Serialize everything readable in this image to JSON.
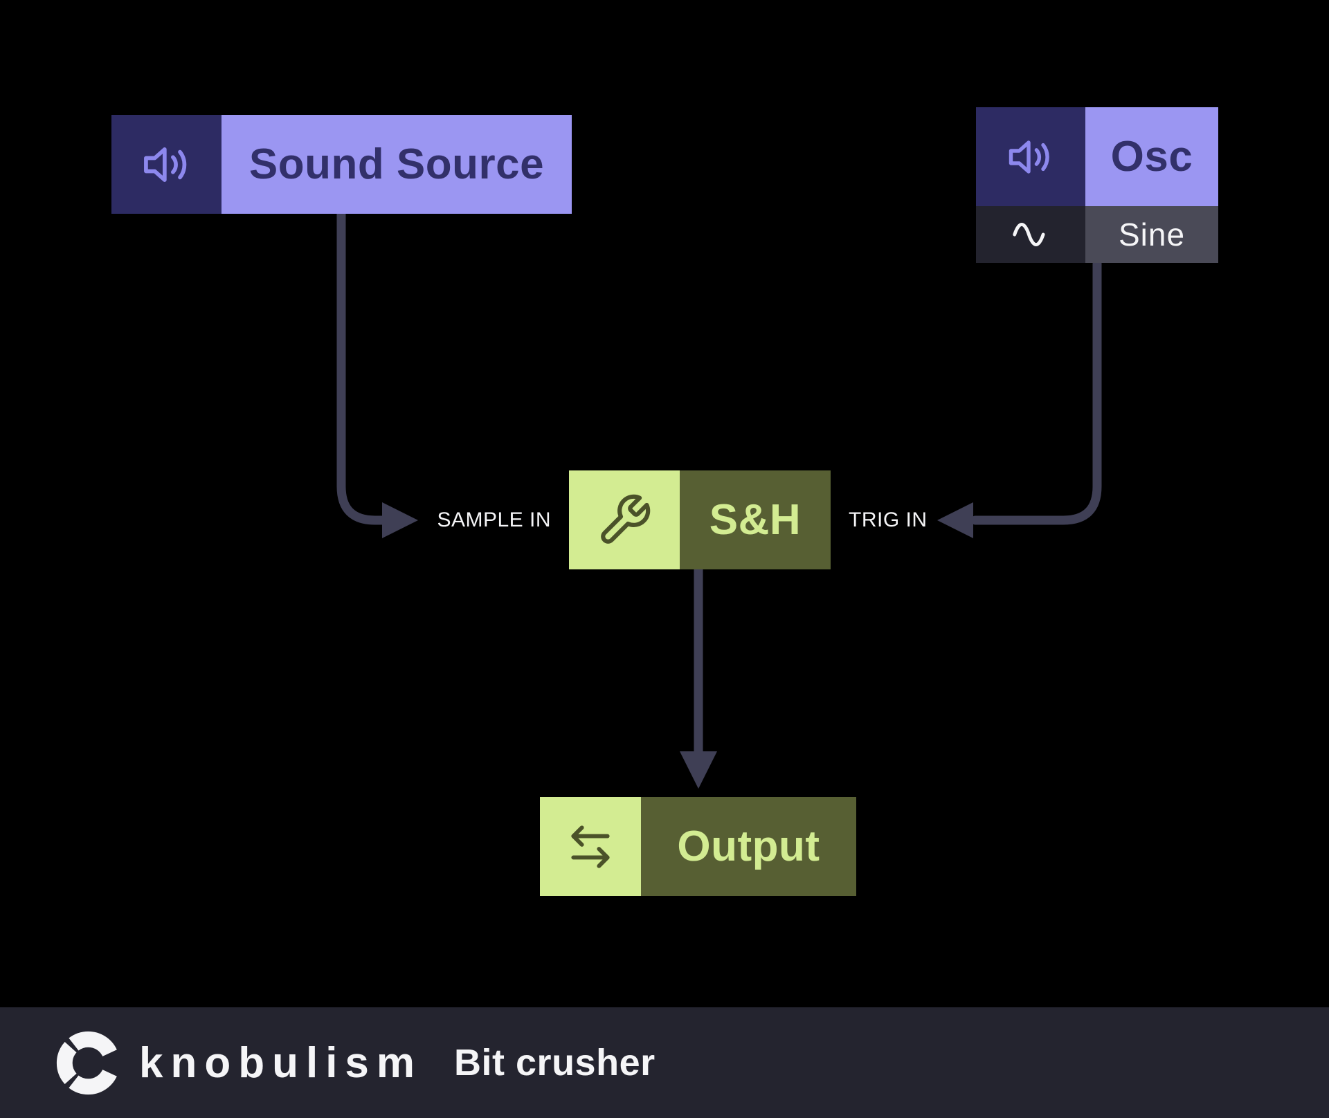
{
  "diagram": {
    "nodes": {
      "sound_source": {
        "label": "Sound Source",
        "icon": "speaker-icon"
      },
      "osc": {
        "label": "Osc",
        "icon": "speaker-icon",
        "waveform": {
          "label": "Sine",
          "icon": "sine-wave-icon"
        }
      },
      "sample_hold": {
        "label": "S&H",
        "icon": "wrench-icon",
        "inputs": {
          "sample": "SAMPLE IN",
          "trig": "TRIG IN"
        }
      },
      "output": {
        "label": "Output",
        "icon": "transfer-arrows-icon"
      }
    },
    "edges": [
      {
        "from": "sound_source",
        "to": "sample_hold",
        "to_port": "SAMPLE IN"
      },
      {
        "from": "osc",
        "to": "sample_hold",
        "to_port": "TRIG IN"
      },
      {
        "from": "sample_hold",
        "to": "output"
      }
    ]
  },
  "footer": {
    "brand": "knobulism",
    "patch_title": "Bit crusher"
  },
  "colors": {
    "background": "#000000",
    "accent-purple": "#9b96f2",
    "accent-purple-deep": "#2d2b63",
    "purple-icon": "#8d88ee",
    "purple-text": "#32306a",
    "waveform-icon-bg": "#23232e",
    "waveform-label-bg": "#4a4a57",
    "accent-green": "#d3ec92",
    "accent-olive": "#575f33",
    "olive-icon": "#4b5229",
    "wire": "#3f3f55",
    "footer-bg": "#24242f",
    "text-light": "#f5f5f7"
  }
}
